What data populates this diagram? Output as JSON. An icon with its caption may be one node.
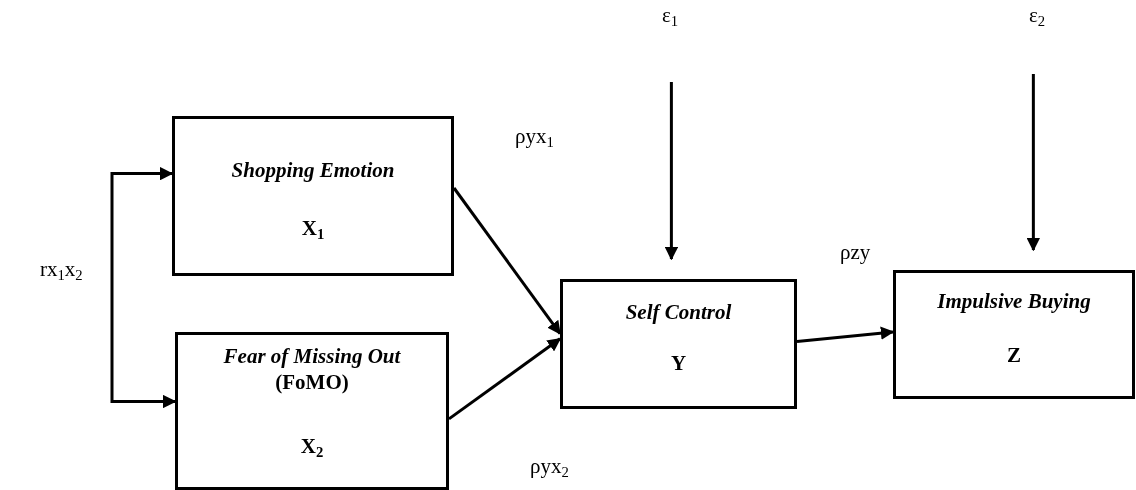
{
  "diagram": {
    "nodes": [
      {
        "text": [
          "ε$_{1}$"
        ]
      },
      {
        "text": [
          "ε$_{2}$"
        ]
      },
      {
        "text": [
          "Shopping Emotion",
          "X$_{1}$"
        ]
      },
      {
        "text": [
          "Fear of Missing Out",
          "(FoMO)",
          "X$_{2}$"
        ]
      },
      {
        "text": [
          "Self Control",
          "Y"
        ]
      },
      {
        "text": [
          "Impulsive Buying",
          "Z"
        ]
      }
    ],
    "edges": [
      {
        "from": 2,
        "to": 3,
        "arrow": "both",
        "label": "rx$_{1}$x$_{2}$"
      },
      {
        "from": 2,
        "to": 4,
        "arrow": "to",
        "label": "ρyx$_{1}$"
      },
      {
        "from": 3,
        "to": 4,
        "arrow": "to",
        "label": "ρyx$_{2}$"
      },
      {
        "from": 4,
        "to": 5,
        "arrow": "to",
        "label": "ρzy"
      },
      {
        "from": 0,
        "to": 4,
        "arrow": "to"
      },
      {
        "from": 1,
        "to": 5,
        "arrow": "to"
      }
    ]
  }
}
